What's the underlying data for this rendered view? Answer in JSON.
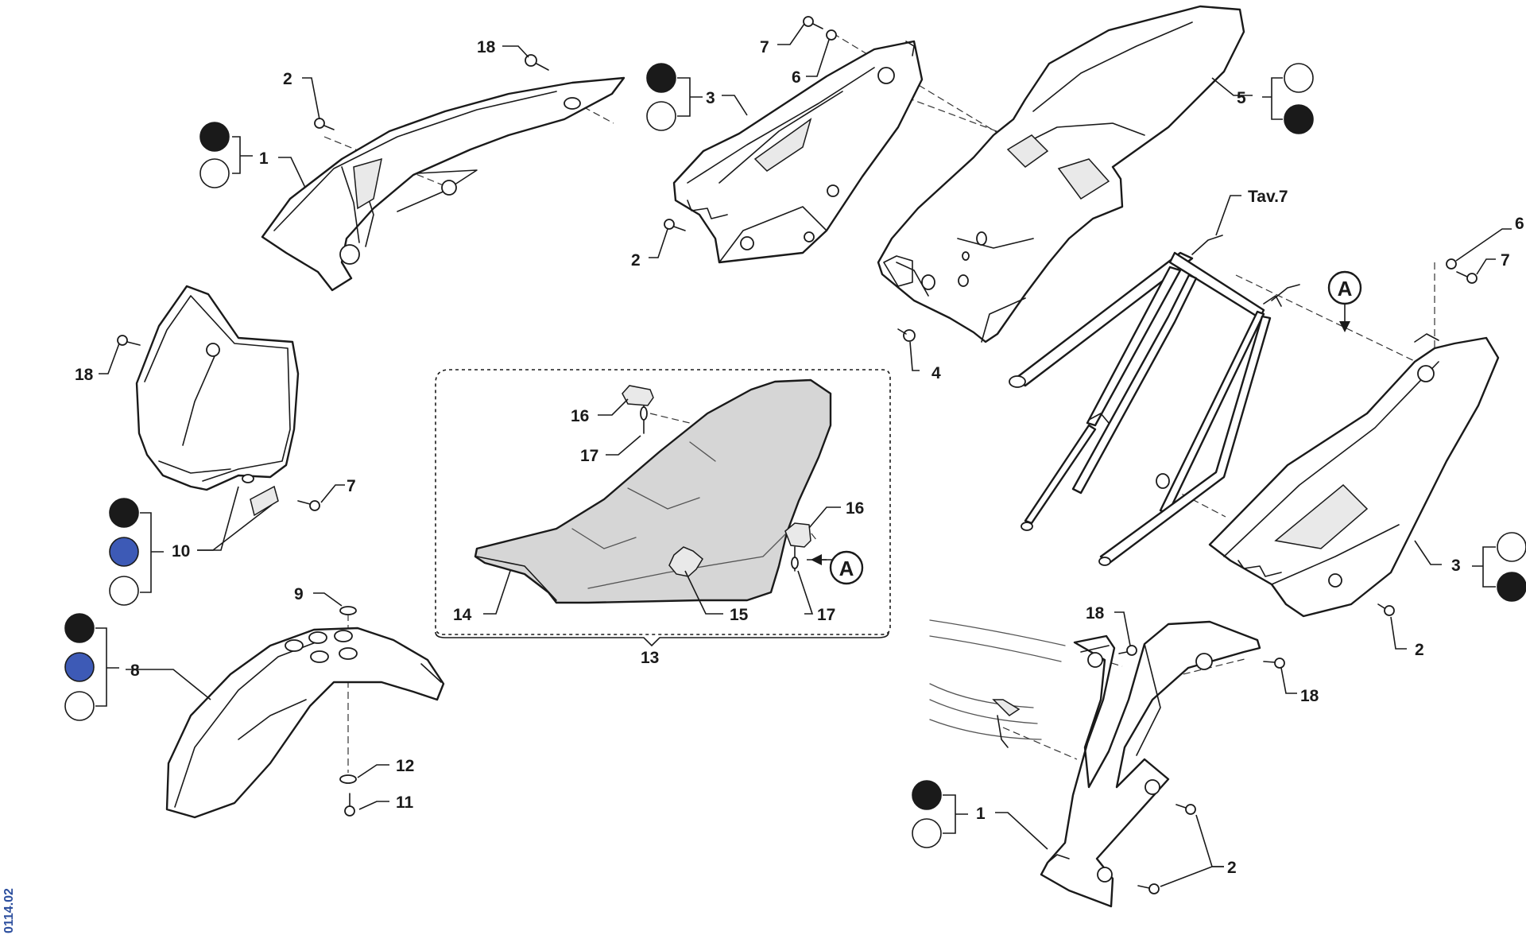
{
  "drawing_code": "0114.02",
  "reference_letter": "A",
  "frame_reference": "Tav.7",
  "colors": {
    "black": "#1a1a1a",
    "white": "#ffffff",
    "blue": "#3d5ab6",
    "seat_grey": "#d6d6d6"
  },
  "callouts": [
    {
      "id": "c2-top-left",
      "text": "2"
    },
    {
      "id": "c18-top-left",
      "text": "18"
    },
    {
      "id": "c1-top-left",
      "text": "1"
    },
    {
      "id": "c7-top",
      "text": "7"
    },
    {
      "id": "c6-top",
      "text": "6"
    },
    {
      "id": "c3-top",
      "text": "3"
    },
    {
      "id": "c2-top-mid",
      "text": "2"
    },
    {
      "id": "c5",
      "text": "5"
    },
    {
      "id": "c4",
      "text": "4"
    },
    {
      "id": "c-tav7",
      "text": "Tav.7"
    },
    {
      "id": "c6-right",
      "text": "6"
    },
    {
      "id": "c7-right",
      "text": "7"
    },
    {
      "id": "c18-plate",
      "text": "18"
    },
    {
      "id": "c7-plate",
      "text": "7"
    },
    {
      "id": "c10",
      "text": "10"
    },
    {
      "id": "c16-top",
      "text": "16"
    },
    {
      "id": "c17-top",
      "text": "17"
    },
    {
      "id": "c16-right",
      "text": "16"
    },
    {
      "id": "c14",
      "text": "14"
    },
    {
      "id": "c15",
      "text": "15"
    },
    {
      "id": "c17-bottom",
      "text": "17"
    },
    {
      "id": "c13",
      "text": "13"
    },
    {
      "id": "c9",
      "text": "9"
    },
    {
      "id": "c8",
      "text": "8"
    },
    {
      "id": "c12",
      "text": "12"
    },
    {
      "id": "c11",
      "text": "11"
    },
    {
      "id": "c3-right",
      "text": "3"
    },
    {
      "id": "c2-right",
      "text": "2"
    },
    {
      "id": "c18-bottom-left",
      "text": "18"
    },
    {
      "id": "c18-bottom-right",
      "text": "18"
    },
    {
      "id": "c1-bottom",
      "text": "1"
    },
    {
      "id": "c2-bottom",
      "text": "2"
    }
  ],
  "color_options": [
    {
      "id": "part1-top",
      "colors": [
        "black",
        "white"
      ]
    },
    {
      "id": "part3-top",
      "colors": [
        "black",
        "white"
      ]
    },
    {
      "id": "part5",
      "colors": [
        "white",
        "black"
      ]
    },
    {
      "id": "part10",
      "colors": [
        "black",
        "blue",
        "white"
      ]
    },
    {
      "id": "part8",
      "colors": [
        "black",
        "blue",
        "white"
      ]
    },
    {
      "id": "part3-right",
      "colors": [
        "white",
        "black"
      ]
    },
    {
      "id": "part1-bottom",
      "colors": [
        "black",
        "white"
      ]
    }
  ]
}
